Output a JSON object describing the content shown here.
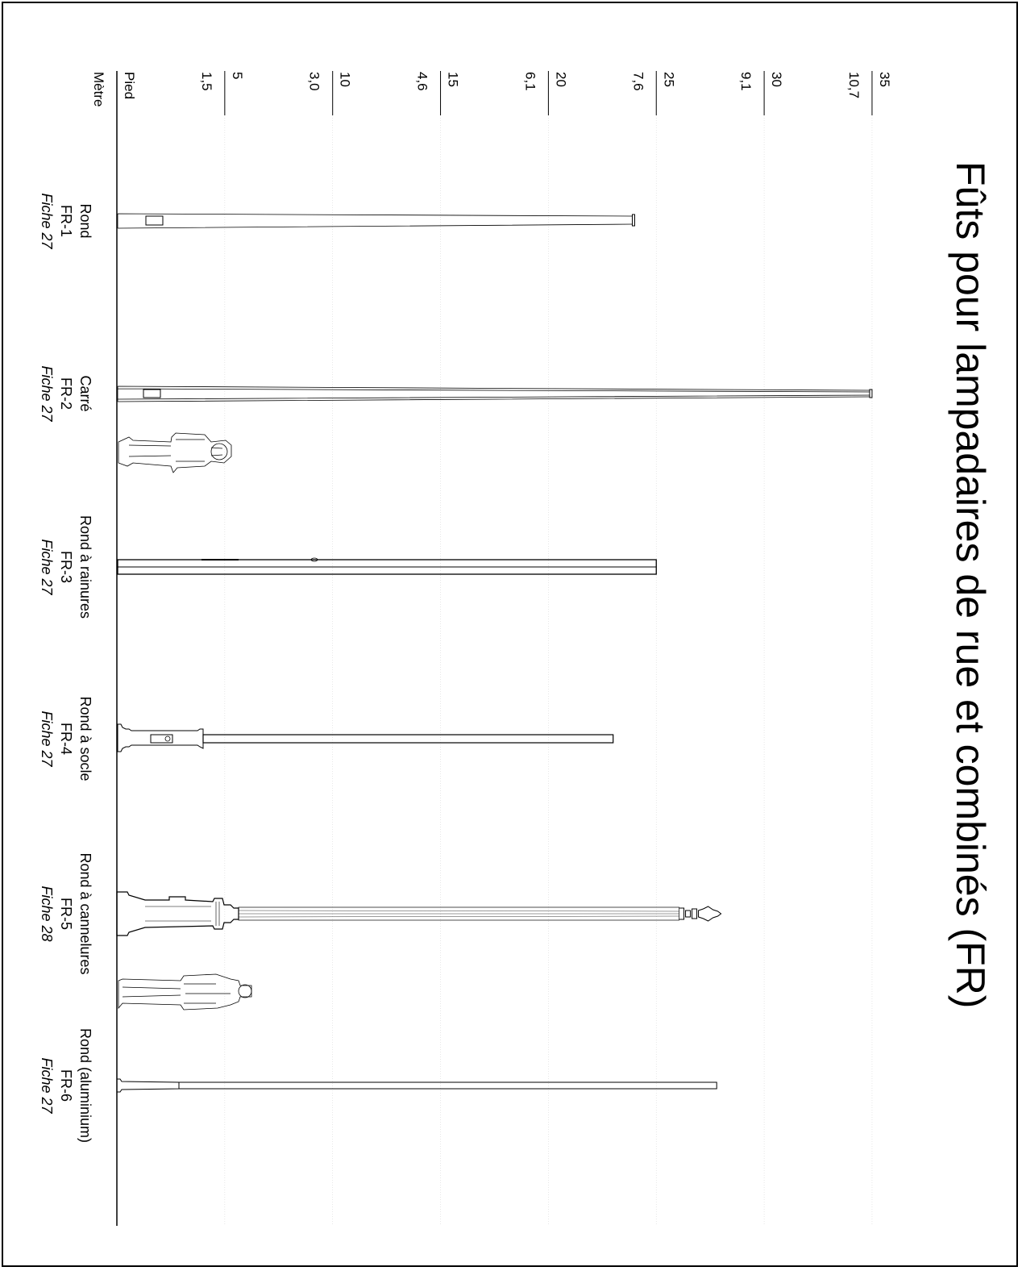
{
  "title": "Fûts pour lampadaires de rue et combinés  (FR)",
  "scale": {
    "unit_labels": {
      "feet": "Pied",
      "meters": "Mètre"
    },
    "ticks": [
      {
        "feet": "5",
        "meters": "1,5",
        "value_ft": 5
      },
      {
        "feet": "10",
        "meters": "3,0",
        "value_ft": 10
      },
      {
        "feet": "15",
        "meters": "4,6",
        "value_ft": 15
      },
      {
        "feet": "20",
        "meters": "6,1",
        "value_ft": 20
      },
      {
        "feet": "25",
        "meters": "7,6",
        "value_ft": 25
      },
      {
        "feet": "30",
        "meters": "9,1",
        "value_ft": 30
      },
      {
        "feet": "35",
        "meters": "10,7",
        "value_ft": 35
      }
    ],
    "range_ft": [
      0,
      35
    ]
  },
  "poles": [
    {
      "shape": "Rond",
      "code": "FR-1",
      "sheet": "Fiche 27",
      "height_ft": 24.0
    },
    {
      "shape": "Carré",
      "code": "FR-2",
      "sheet": "Fiche 27",
      "height_ft": 35.0
    },
    {
      "shape": "Rond à rainures",
      "code": "FR-3",
      "sheet": "Fiche 27",
      "height_ft": 25.0
    },
    {
      "shape": "Rond à socle",
      "code": "FR-4",
      "sheet": "Fiche 27",
      "height_ft": 23.0
    },
    {
      "shape": "Rond à cannelures",
      "code": "FR-5",
      "sheet": "Fiche 28",
      "height_ft": 28.0
    },
    {
      "shape": "Rond (aluminium)",
      "code": "FR-6",
      "sheet": "Fiche 27",
      "height_ft": 27.8
    }
  ]
}
